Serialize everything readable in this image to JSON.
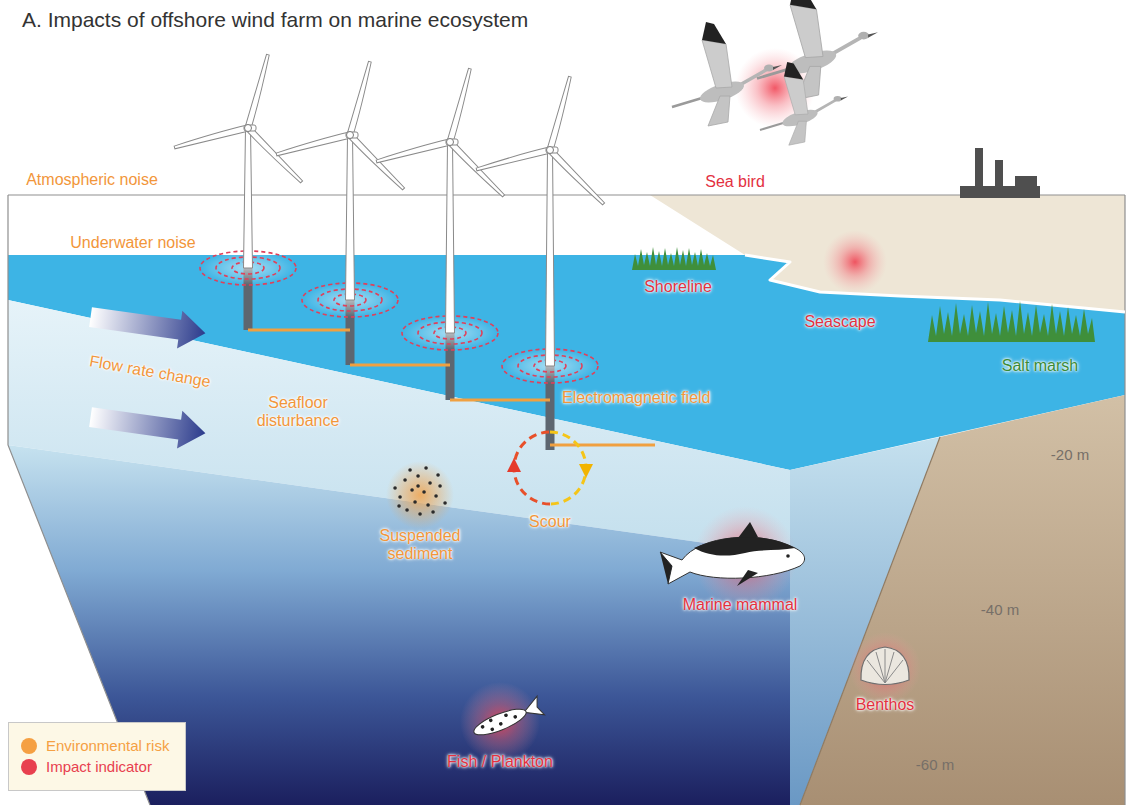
{
  "diagram": {
    "title": "A. Impacts of offshore wind farm on marine ecosystem",
    "labels": [
      "Atmospheric noise",
      "Underwater noise",
      "Flow rate change",
      "Seafloor disturbance",
      "Electromagnetic field",
      "Scour",
      "Suspended sediment",
      "Sea bird",
      "Shoreline",
      "Seascape",
      "Salt marsh",
      "-20 m",
      "-40 m",
      "-60 m",
      "Marine mammal",
      "Benthos",
      "Fish / Plankton"
    ],
    "legend": [
      {
        "text": "Environmental risk",
        "color": "#f5a043"
      },
      {
        "text": "Impact indicator",
        "color": "#e8404f"
      }
    ]
  }
}
